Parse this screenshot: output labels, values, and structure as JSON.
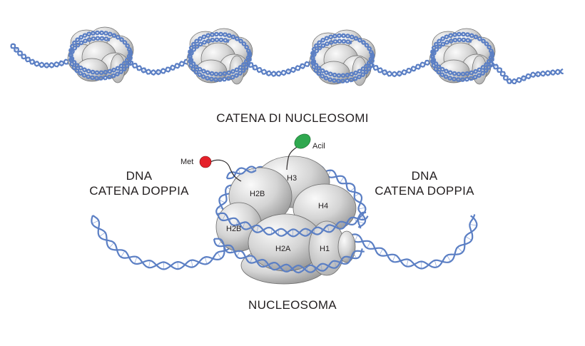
{
  "diagram": {
    "chain_title": "CATENA DI NUCLEOSOMI",
    "nucleosome_title": "NUCLEOSOMA",
    "dna_left": {
      "line1": "DNA",
      "line2": "CATENA  DOPPIA"
    },
    "dna_right": {
      "line1": "DNA",
      "line2": "CATENA  DOPPIA"
    },
    "histones": [
      "H3",
      "H2B",
      "H4",
      "H2B",
      "H2A",
      "H1"
    ],
    "modifications": [
      {
        "label": "Met",
        "color": "#e5202a"
      },
      {
        "label": "Acil",
        "color": "#2fa84f"
      }
    ],
    "colors": {
      "dna_strand": "#5b7fc4",
      "dna_rung": "#8aa3d6",
      "histone_fill": "#d9d9d9",
      "histone_stroke": "#6d6d6d"
    }
  }
}
